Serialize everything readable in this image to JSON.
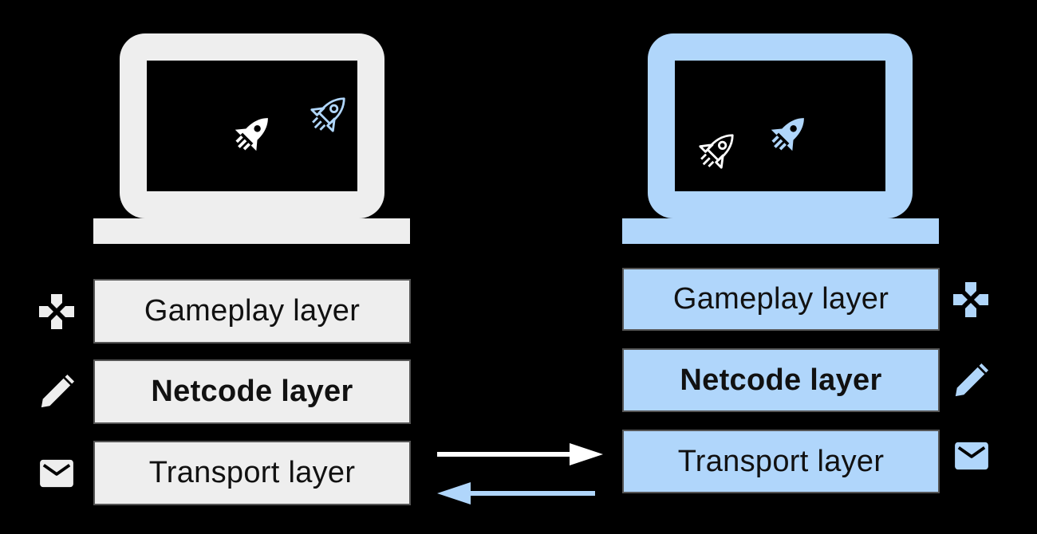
{
  "colors": {
    "background": "#000000",
    "left_machine": "#eeeeee",
    "right_machine": "#b0d6fb",
    "box_border": "#555555",
    "text": "#111111",
    "arrow_to_right": "#ffffff",
    "arrow_to_left": "#b0d6fb"
  },
  "left": {
    "layers": [
      {
        "label": "Gameplay layer",
        "icon": "gamepad-icon"
      },
      {
        "label": "Netcode layer",
        "icon": "pencil-icon"
      },
      {
        "label": "Transport layer",
        "icon": "envelope-icon"
      }
    ],
    "screen": {
      "rockets": [
        {
          "style": "filled",
          "color": "#ffffff"
        },
        {
          "style": "outline",
          "color": "#b0d6fb"
        }
      ]
    }
  },
  "right": {
    "layers": [
      {
        "label": "Gameplay layer",
        "icon": "gamepad-icon"
      },
      {
        "label": "Netcode layer",
        "icon": "pencil-icon"
      },
      {
        "label": "Transport layer",
        "icon": "envelope-icon"
      }
    ],
    "screen": {
      "rockets": [
        {
          "style": "outline",
          "color": "#ffffff"
        },
        {
          "style": "filled",
          "color": "#b0d6fb"
        }
      ]
    }
  },
  "arrows": [
    {
      "direction": "left-to-right",
      "color": "#ffffff"
    },
    {
      "direction": "right-to-left",
      "color": "#b0d6fb"
    }
  ]
}
